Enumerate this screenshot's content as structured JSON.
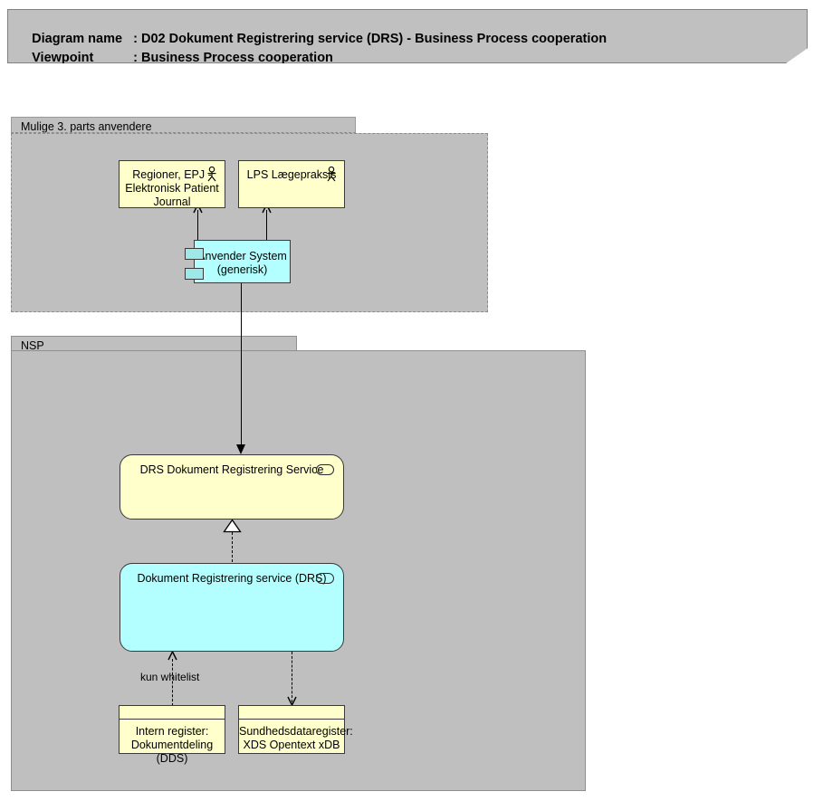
{
  "title_banner": {
    "name": "diagram-title-banner",
    "line1_label": "Diagram name",
    "line1_value": ": D02 Dokument Registrering service (DRS) - Business Process cooperation",
    "line2_label": "Viewpoint",
    "line2_value": ": Business Process cooperation"
  },
  "groups": [
    {
      "id": "third-party",
      "label": "Mulige 3. parts anvendere",
      "border_style": "dashed"
    },
    {
      "id": "nsp",
      "label": "NSP",
      "border_style": "solid"
    }
  ],
  "nodes": [
    {
      "id": "regioner-epj",
      "label": "Regioner, EPJ - Elektronisk Patient Journal",
      "shape": "actor",
      "fill": "#ffffcc",
      "icon": "actor-icon"
    },
    {
      "id": "lps-laegepraksis",
      "label": "LPS Lægepraksis",
      "shape": "actor",
      "fill": "#ffffcc",
      "icon": "actor-icon"
    },
    {
      "id": "anvender-system",
      "label": "Anvender System (generisk)",
      "shape": "component",
      "fill": "#b3ffff",
      "icon": "component-icon"
    },
    {
      "id": "drs-service-interface",
      "label": "DRS Dokument Registrering Service",
      "shape": "service",
      "fill": "#ffffcc",
      "icon": "service-icon"
    },
    {
      "id": "drs-service-impl",
      "label": "Dokument Registrering service (DRS)",
      "shape": "service",
      "fill": "#b3ffff",
      "icon": "service-icon"
    },
    {
      "id": "intern-register-dds",
      "label": "Intern register: Dokumentdeling (DDS)",
      "shape": "register",
      "fill": "#ffffcc"
    },
    {
      "id": "sundhedsdataregister",
      "label": "Sundhedsdataregister: XDS Opentext xDB",
      "shape": "register",
      "fill": "#ffffcc"
    }
  ],
  "edges": [
    {
      "id": "anvender-to-regioner",
      "from": "anvender-system",
      "to": "regioner-epj",
      "style": "solid",
      "arrow": "open-up",
      "label": ""
    },
    {
      "id": "anvender-to-lps",
      "from": "anvender-system",
      "to": "lps-laegepraksis",
      "style": "solid",
      "arrow": "open-up",
      "label": ""
    },
    {
      "id": "anvender-to-drs",
      "from": "anvender-system",
      "to": "drs-service-interface",
      "style": "solid",
      "arrow": "filled-down",
      "label": ""
    },
    {
      "id": "impl-realizes-interface",
      "from": "drs-service-impl",
      "to": "drs-service-interface",
      "style": "dashed",
      "arrow": "hollow-triangle-up",
      "label": ""
    },
    {
      "id": "dds-to-impl",
      "from": "intern-register-dds",
      "to": "drs-service-impl",
      "style": "dashed",
      "arrow": "open-up",
      "label": "kun whitelist"
    },
    {
      "id": "impl-to-sundhedsdataregister",
      "from": "drs-service-impl",
      "to": "sundhedsdataregister",
      "style": "dashed",
      "arrow": "open-down",
      "label": ""
    }
  ],
  "colors": {
    "canvas": "#ffffff",
    "banner_fill": "#c0c0c0",
    "group_fill": "#bfbfbf",
    "yellow": "#ffffcc",
    "cyan": "#b3ffff",
    "stroke": "#3a3a3a"
  }
}
